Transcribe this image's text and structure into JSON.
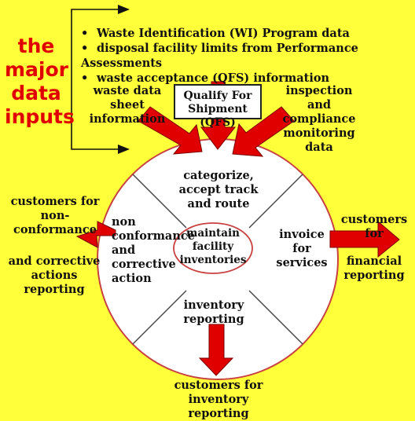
{
  "major_inputs_label": "the major data inputs",
  "bullets": [
    "Waste Identification (WI) Program data",
    "disposal facility limits from Performance Assessments",
    "waste acceptance (QFS) information"
  ],
  "inputs": {
    "left": "waste data sheet information",
    "qfs_box": "Qualify For Shipment (QFS)",
    "right": "inspection and compliance monitoring data"
  },
  "wheel": {
    "top": "categorize, accept track and route",
    "left": "non conformance and corrective action",
    "right": "invoice for services",
    "bottom": "inventory reporting",
    "center": "maintain facility inventories"
  },
  "outputs": {
    "left_top": "customers for non-conformance",
    "left_bottom": "and corrective actions reporting",
    "right_top": "customers for",
    "right_bottom": "financial reporting",
    "bottom": "customers for inventory reporting"
  },
  "colors": {
    "background": "#ffff3a",
    "arrow": "#e00000",
    "heading": "#e00000",
    "wheel_fill": "#ffffff"
  }
}
